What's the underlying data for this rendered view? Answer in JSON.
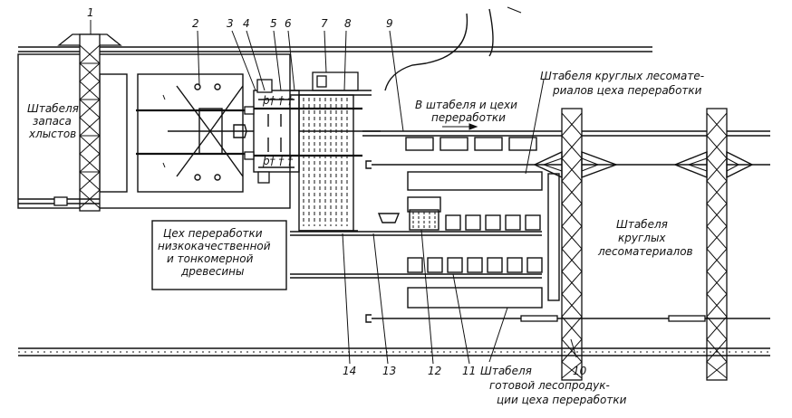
{
  "callouts": [
    "1",
    "2",
    "3",
    "4",
    "5",
    "6",
    "7",
    "8",
    "9",
    "10",
    "11",
    "12",
    "13",
    "14"
  ],
  "labels": {
    "reserve_stacks": [
      "Штабеля",
      "запаса",
      "хлыстов"
    ],
    "to_stacks": [
      "В штабеля и цехи",
      "переработки"
    ],
    "round_stacks_top": [
      "Штабеля круглых лесомате-",
      "риалов цеха переработки"
    ],
    "round_stacks_right": [
      "Штабеля",
      "круглых",
      "лесоматериалов"
    ],
    "low_grade_shop": [
      "Цех переработки",
      "низкокачественной",
      "и тонкомерной",
      "древесины"
    ],
    "finished_stacks": [
      "Штабеля",
      "готовой лесопродук-",
      "ции цеха переработки"
    ]
  }
}
